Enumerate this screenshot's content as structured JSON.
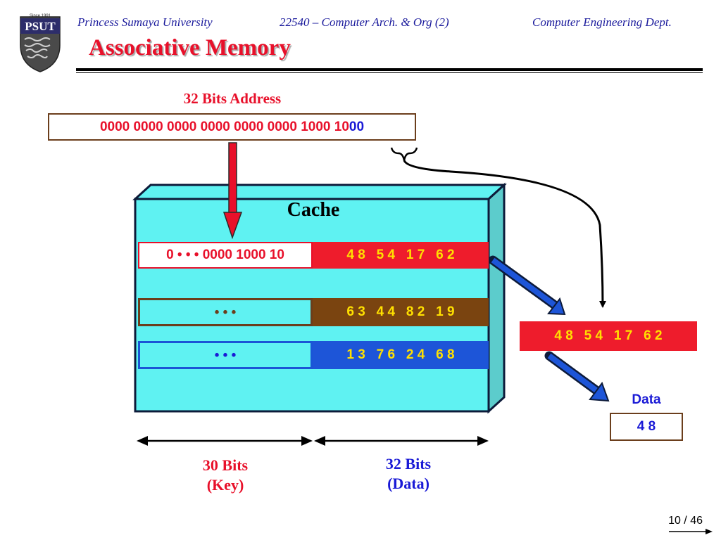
{
  "header": {
    "university": "Princess Sumaya University",
    "course": "22540 – Computer Arch. & Org (2)",
    "department": "Computer Engineering Dept.",
    "logo_text": "PSUT",
    "logo_since": "Since 1991"
  },
  "title": "Associative Memory",
  "address": {
    "label": "32 Bits Address",
    "value_main": "0000 0000 0000 0000 0000 0000 1000 10",
    "value_offset": "00"
  },
  "cache": {
    "label": "Cache",
    "rows": [
      {
        "key": "0 • • • 0000 1000 10",
        "data": "4 8   5 4   1 7   6 2"
      },
      {
        "key": "• • •",
        "data": "6 3   4 4   8 2   1 9"
      },
      {
        "key": "• • •",
        "data": "1 3   7 6   2 4   6 8"
      }
    ]
  },
  "output": {
    "word": "4 8   5 4   1 7   6 2",
    "data_label": "Data",
    "data_value": "4 8"
  },
  "bits": {
    "key_line1": "30 Bits",
    "key_line2": "(Key)",
    "data_line1": "32 Bits",
    "data_line2": "(Data)"
  },
  "page": "10 / 46",
  "colors": {
    "red": "#ee1c2c",
    "yellow": "#ffe000",
    "brown": "#7a4410",
    "blue": "#1d55d8",
    "cyan": "#5ff2f2",
    "navy": "#1a1a9c"
  }
}
